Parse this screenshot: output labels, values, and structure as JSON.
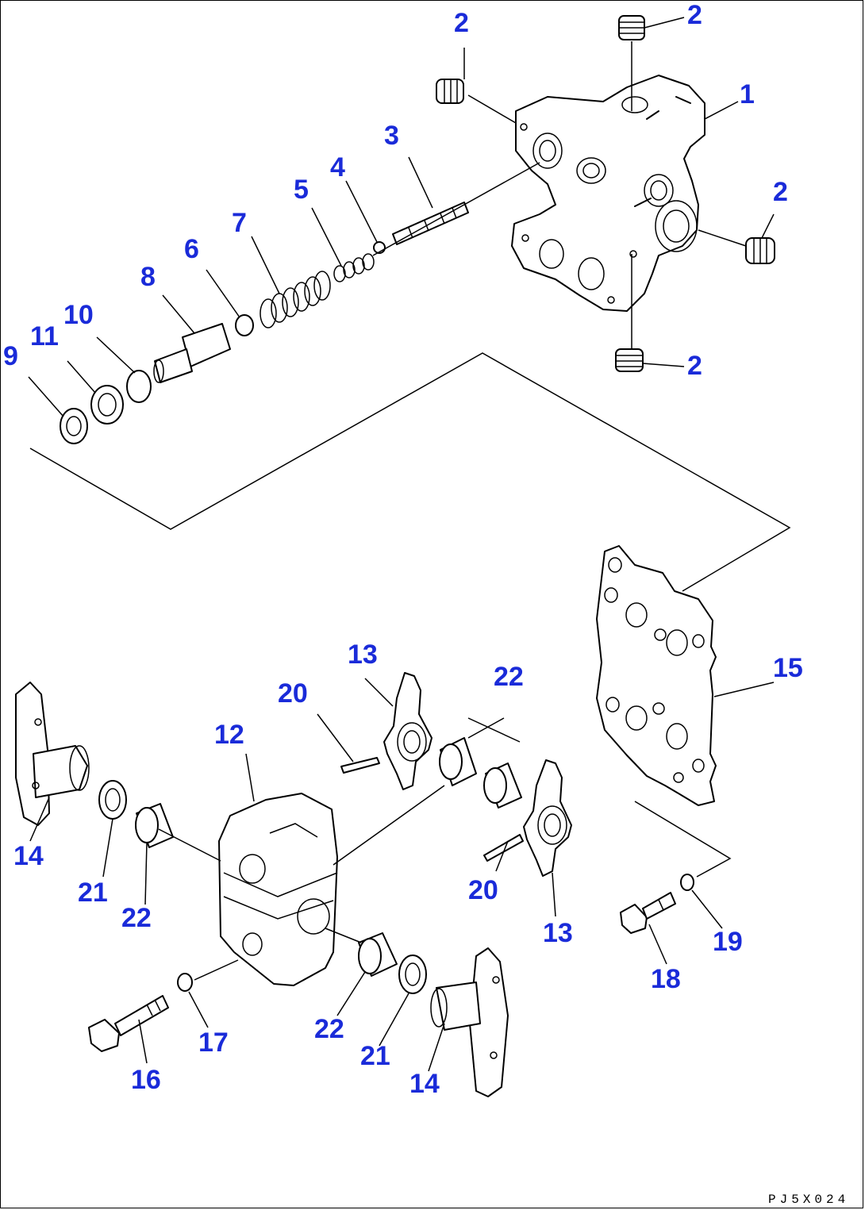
{
  "diagram": {
    "drawing_number": "PJ5X024",
    "colors": {
      "callout": "#1a2bd9",
      "line": "#000000",
      "background": "#ffffff"
    },
    "callouts": [
      "1",
      "2",
      "3",
      "4",
      "5",
      "6",
      "7",
      "8",
      "9",
      "10",
      "11",
      "12",
      "13",
      "14",
      "15",
      "16",
      "17",
      "18",
      "19",
      "20",
      "21",
      "22"
    ]
  }
}
